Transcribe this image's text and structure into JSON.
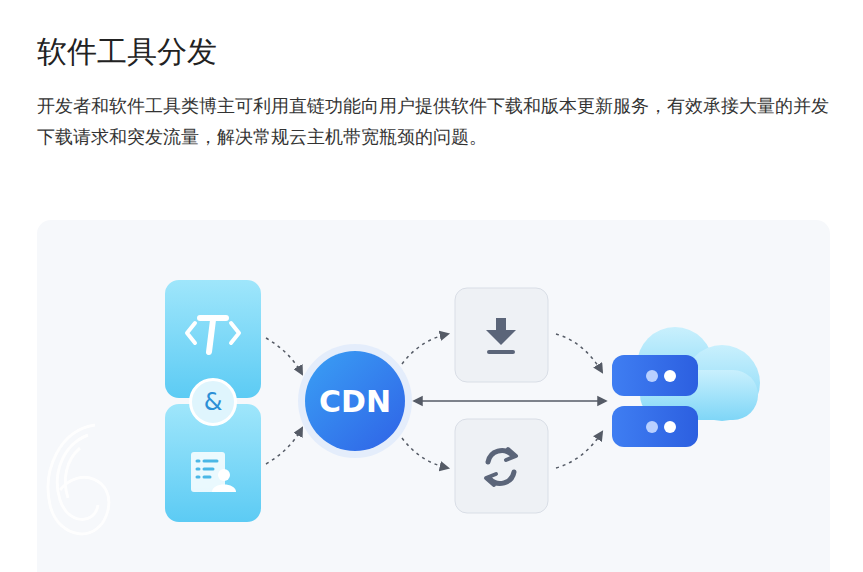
{
  "diagram": {
    "title": "软件工具分发",
    "nodes": [
      {
        "text": [
          "&"
        ]
      },
      {
        "text": [
          "CDN"
        ]
      }
    ],
    "labels": [
      "开发者和软件工具类博主可利用直链功能向用户提供软件下载和版本更新服务，有效承接大量的并发下载请求和突发流量，解决常规云主机带宽瓶颈的问题。"
    ]
  }
}
